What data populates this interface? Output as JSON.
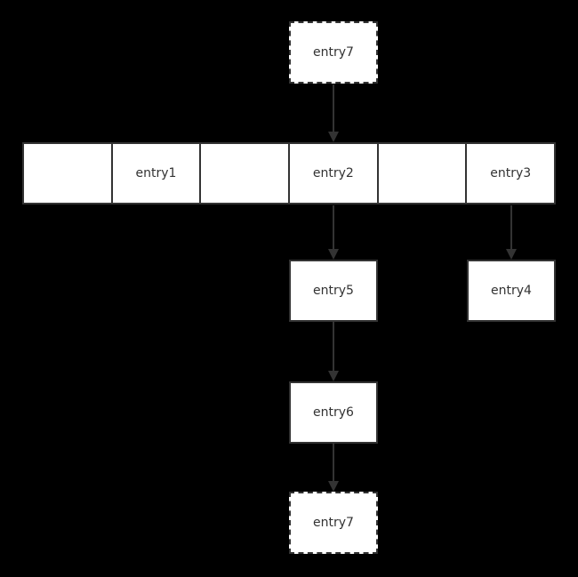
{
  "diagram": {
    "colors": {
      "background": "#000000",
      "node-fill": "#ffffff",
      "stroke": "#333333",
      "text": "#333333"
    },
    "nodes": {
      "entry7_top": {
        "label": "entry7",
        "border": "dashed"
      },
      "entry5": {
        "label": "entry5",
        "border": "solid"
      },
      "entry4": {
        "label": "entry4",
        "border": "solid"
      },
      "entry6": {
        "label": "entry6",
        "border": "solid"
      },
      "entry7_bottom": {
        "label": "entry7",
        "border": "dashed"
      }
    },
    "row": {
      "cells": [
        {
          "label": ""
        },
        {
          "label": "entry1"
        },
        {
          "label": ""
        },
        {
          "label": "entry2"
        },
        {
          "label": ""
        },
        {
          "label": "entry3"
        }
      ]
    },
    "edges": [
      {
        "from": "entry7_top",
        "to": "row_cell_entry2"
      },
      {
        "from": "row_cell_entry2",
        "to": "entry5"
      },
      {
        "from": "row_cell_entry3",
        "to": "entry4"
      },
      {
        "from": "entry5",
        "to": "entry6"
      },
      {
        "from": "entry6",
        "to": "entry7_bottom"
      }
    ]
  }
}
